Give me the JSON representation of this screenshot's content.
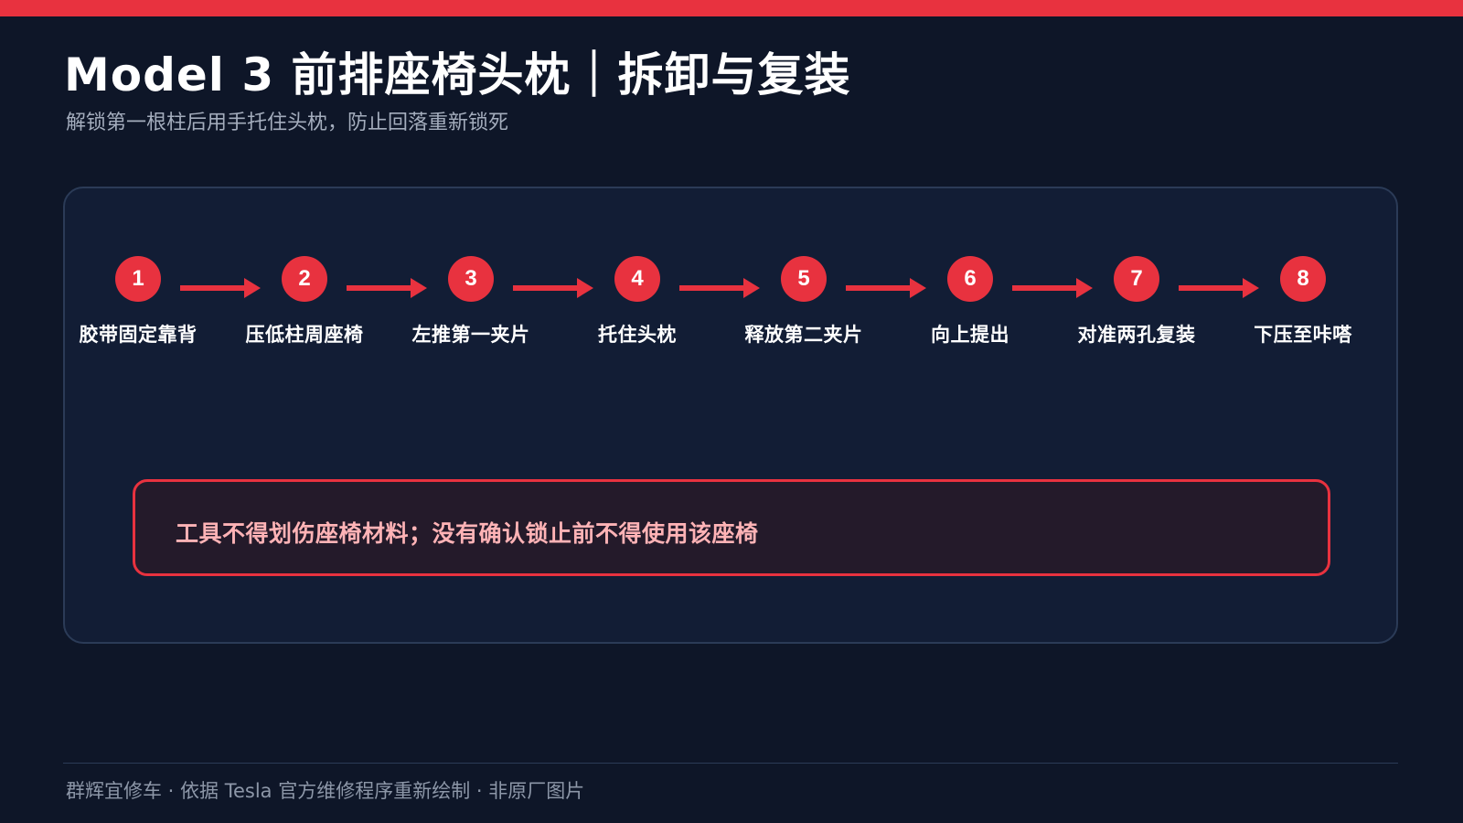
{
  "colors": {
    "accent": "#e8323f",
    "background": "#0e1628",
    "panel": "#121d35",
    "warning_text": "#ffb3b6"
  },
  "header": {
    "title": "Model 3 前排座椅头枕｜拆卸与复装",
    "subtitle": "解锁第一根柱后用手托住头枕，防止回落重新锁死"
  },
  "steps": [
    {
      "number": "1",
      "label": "胶带固定靠背"
    },
    {
      "number": "2",
      "label": "压低柱周座椅"
    },
    {
      "number": "3",
      "label": "左推第一夹片"
    },
    {
      "number": "4",
      "label": "托住头枕"
    },
    {
      "number": "5",
      "label": "释放第二夹片"
    },
    {
      "number": "6",
      "label": "向上提出"
    },
    {
      "number": "7",
      "label": "对准两孔复装"
    },
    {
      "number": "8",
      "label": "下压至咔嗒"
    }
  ],
  "warning": {
    "text": "工具不得划伤座椅材料；没有确认锁止前不得使用该座椅"
  },
  "footer": {
    "text": "群辉宜修车 · 依据 Tesla 官方维修程序重新绘制 · 非原厂图片"
  }
}
